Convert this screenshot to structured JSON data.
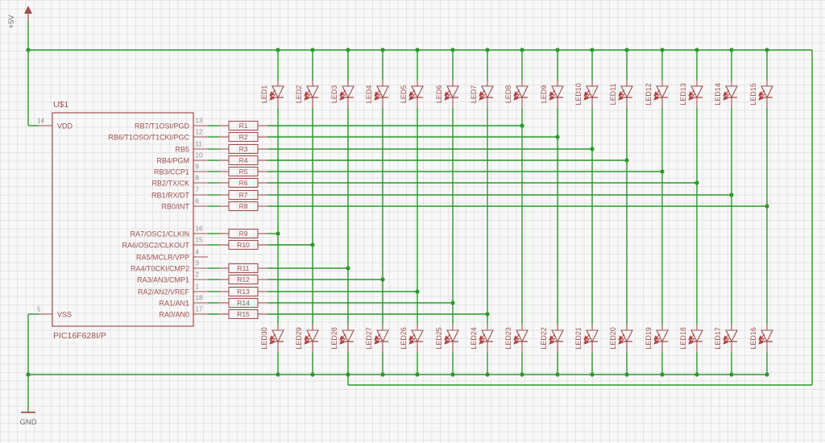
{
  "power": {
    "vcc": "+5V",
    "gnd": "GND"
  },
  "ic": {
    "refdes": "U$1",
    "value": "PIC16F628I/P",
    "left_pins": [
      {
        "name": "VDD",
        "number": "14"
      },
      {
        "name": "VSS",
        "number": "5"
      }
    ],
    "right_pins": [
      {
        "name": "RB7/T1OSI/PGD",
        "number": "13"
      },
      {
        "name": "RB6/T1OSO/T1CKI/PGC",
        "number": "12"
      },
      {
        "name": "RB5",
        "number": "11"
      },
      {
        "name": "RB4/PGM",
        "number": "10"
      },
      {
        "name": "RB3/CCP1",
        "number": "9"
      },
      {
        "name": "RB2/TX/CK",
        "number": "8"
      },
      {
        "name": "RB1/RX/DT",
        "number": "7"
      },
      {
        "name": "RB0/INT",
        "number": "6"
      },
      {
        "name": "RA7/OSC1/CLKIN",
        "number": "16"
      },
      {
        "name": "RA6/OSC2/CLKOUT",
        "number": "15"
      },
      {
        "name": "RA5/MCLR/VPP",
        "number": "4"
      },
      {
        "name": "RA4/T0CKI/CMP2",
        "number": "3"
      },
      {
        "name": "RA3/AN3/CMP1",
        "number": "2"
      },
      {
        "name": "RA2/AN2/VREF",
        "number": "1"
      },
      {
        "name": "RA1/AN1",
        "number": "18"
      },
      {
        "name": "RA0/AN0",
        "number": "17"
      }
    ]
  },
  "resistors": [
    "R1",
    "R2",
    "R3",
    "R4",
    "R5",
    "R6",
    "R7",
    "R8",
    "R9",
    "R10",
    "R11",
    "R12",
    "R13",
    "R14",
    "R15"
  ],
  "leds_top": [
    "LED1",
    "LED2",
    "LED3",
    "LED4",
    "LED5",
    "LED6",
    "LED7",
    "LED8",
    "LED9",
    "LED10",
    "LED11",
    "LED12",
    "LED13",
    "LED14",
    "LED15"
  ],
  "leds_bottom": [
    "LED30",
    "LED29",
    "LED28",
    "LED27",
    "LED26",
    "LED25",
    "LED24",
    "LED23",
    "LED22",
    "LED21",
    "LED20",
    "LED19",
    "LED18",
    "LED17",
    "LED16"
  ],
  "resistor_to_column": [
    8,
    9,
    10,
    11,
    12,
    13,
    14,
    15,
    1,
    2,
    3,
    4,
    5,
    6,
    7
  ],
  "colors": {
    "wire": "#2b992b",
    "component": "#a04f4f",
    "pin_number": "#8a8a8a",
    "net_label": "#6e6e6e",
    "arrow": "#b04545",
    "background": "#f8f8f8",
    "grid": "#e4e4e4"
  }
}
